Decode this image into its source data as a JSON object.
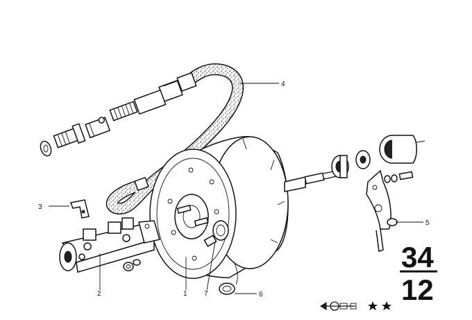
{
  "callouts": [
    {
      "id": "1",
      "text": "1"
    },
    {
      "id": "2",
      "text": "2"
    },
    {
      "id": "3",
      "text": "3"
    },
    {
      "id": "4",
      "text": "4"
    },
    {
      "id": "5",
      "text": "5"
    },
    {
      "id": "6",
      "text": "6"
    },
    {
      "id": "7",
      "text": "7"
    }
  ],
  "group_number": {
    "top": "34",
    "bottom": "12"
  },
  "icons": [
    "model-symbol-icon",
    "star-icon",
    "star-icon"
  ],
  "colors": {
    "ink": "#111111",
    "paper": "#ffffff"
  }
}
